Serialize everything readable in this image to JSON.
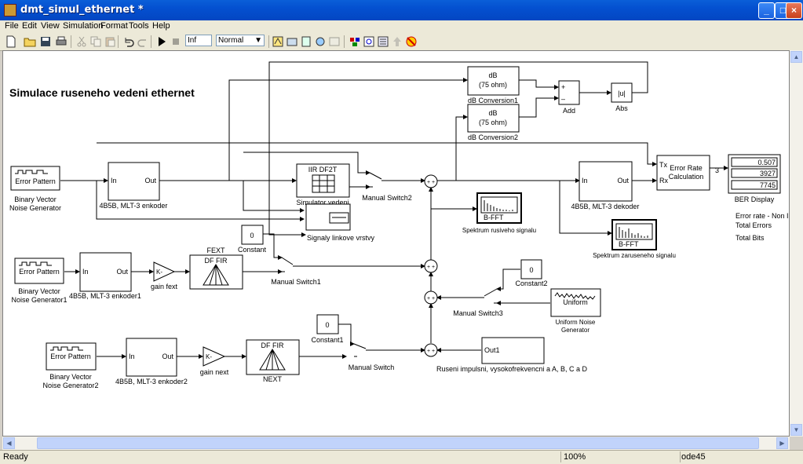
{
  "window": {
    "title": "dmt_simul_ethernet *",
    "min_glyph": "_",
    "max_glyph": "□",
    "close_glyph": "×"
  },
  "menu": [
    "File",
    "Edit",
    "View",
    "Simulation",
    "Format",
    "Tools",
    "Help"
  ],
  "toolbar": {
    "stop_time": "Inf",
    "sim_mode": "Normal"
  },
  "model": {
    "title": "Simulace ruseneho vedeni ethernet",
    "blocks": {
      "src1_inner": "Error Pattern",
      "src1_label1": "Binary Vector",
      "src1_label2": "Noise Generator",
      "src2_inner": "Error Pattern",
      "src2_label1": "Binary Vector",
      "src2_label2": "Noise Generator1",
      "src3_inner": "Error Pattern",
      "src3_label1": "Binary Vector",
      "src3_label2": "Noise Generator2",
      "enc_in": "In",
      "enc_out": "Out",
      "enc0_label": "4B5B, MLT-3 enkoder",
      "enc1_label": "4B5B, MLT-3 enkoder1",
      "enc2_label": "4B5B, MLT-3 enkoder2",
      "dec_label": "4B5B, MLT-3 dekoder",
      "iir_inner": "IIR DF2T",
      "iir_label": "Simulator vedeni",
      "scope_label": "Signaly linkove vrstvy",
      "db_inner1": "dB",
      "db_inner2": "(75 ohm)",
      "db1_label": "dB Conversion1",
      "db2_label": "dB Conversion2",
      "add_label": "Add",
      "add_plus": "+",
      "add_minus": "–",
      "abs_inner": "|u|",
      "abs_label": "Abs",
      "err_inner1": "Error Rate",
      "err_inner2": "Calculation",
      "err_tx": "Tx",
      "err_rx": "Rx",
      "err_out": "3",
      "ber_values": [
        "0.507",
        "3927",
        "7745"
      ],
      "ber_label": "BER Display",
      "ber_legend": [
        "Error rate - Non Interle...",
        "Total Errors",
        "Total Bits"
      ],
      "fft_inner": "B-FFT",
      "fft1_label": "Spektrum rusiveho signalu",
      "fft2_label": "Spektrum zaruseneho signalu",
      "const0_value": "0",
      "const0_label": "Constant",
      "const1_value": "0",
      "const1_label": "Constant1",
      "const2_value": "0",
      "const2_label": "Constant2",
      "ms_label": "Manual Switch",
      "ms1_label": "Manual Switch1",
      "ms2_label": "Manual Switch2",
      "ms3_label": "Manual Switch3",
      "fir_inner": "DF FIR",
      "fext_label": "FEXT",
      "next_label": "NEXT",
      "gain_inner": "K-",
      "gain_fext_label": "gain fext",
      "gain_next_label": "gain next",
      "uni_inner": "Uniform",
      "uni_label1": "Uniform Noise",
      "uni_label2": "Generator",
      "imp_inner": "Out1",
      "imp_label": "Ruseni impulsni, vysokofrekvencni a A, B, C a D",
      "sum_signs": "+ +"
    }
  },
  "status": {
    "left": "Ready",
    "zoom": "100%",
    "solver": "ode45"
  }
}
